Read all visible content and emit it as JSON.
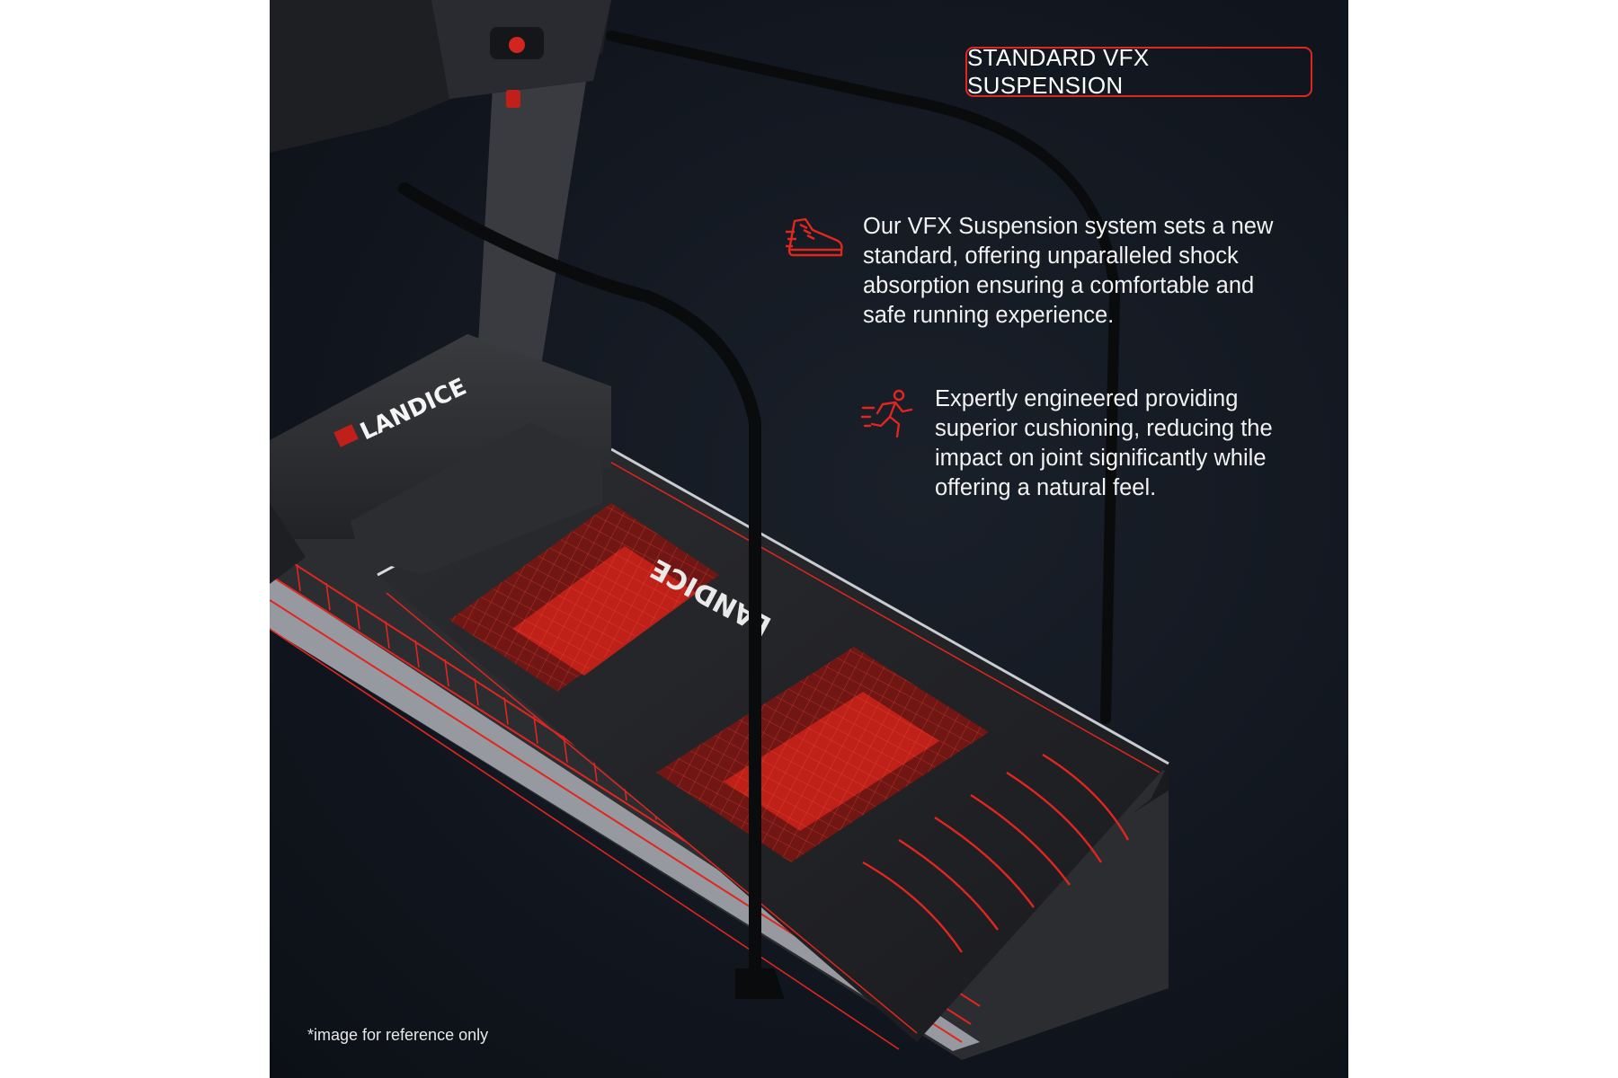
{
  "badge": {
    "label": "STANDARD VFX SUSPENSION"
  },
  "features": [
    {
      "icon": "running-shoe-icon",
      "text": "Our VFX Suspension system sets a new standard, offering unparalleled shock absorption ensuring a comfortable and safe running experience."
    },
    {
      "icon": "running-person-icon",
      "text": "Expertly engineered providing superior cushioning, reducing the impact on joint significantly while offering a natural feel."
    }
  ],
  "brand": {
    "logo_text": "LANDICE"
  },
  "disclaimer": "*image for reference only",
  "colors": {
    "accent": "#e0261f",
    "background": "#141a22",
    "text": "#f2f2f2"
  }
}
